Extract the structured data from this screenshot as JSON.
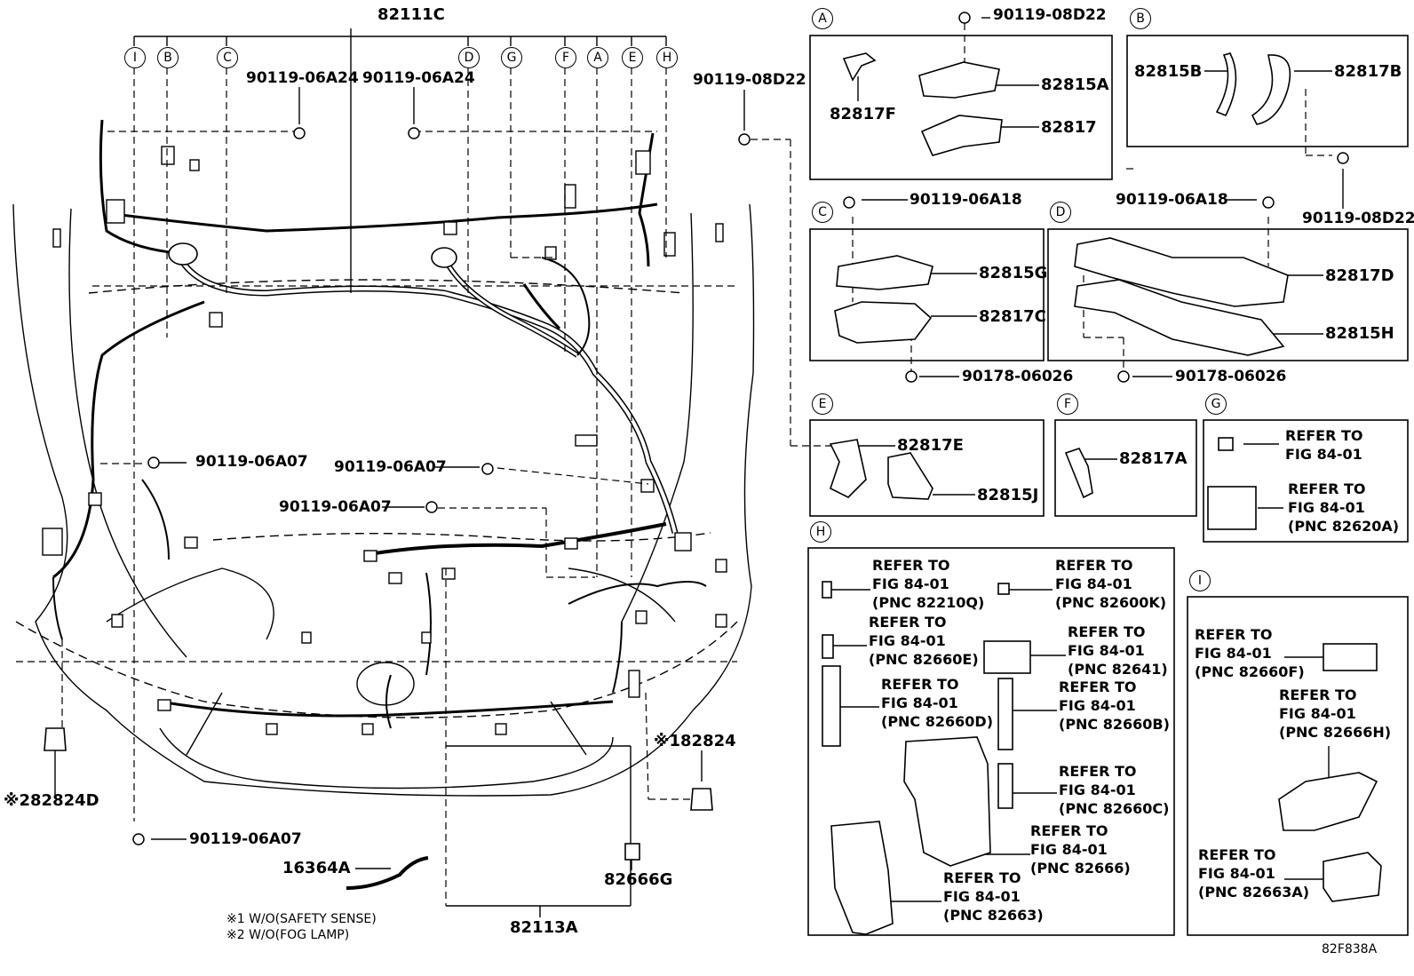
{
  "main_assembly": {
    "harness_part": "82111C",
    "lower_harness_part": "82113A",
    "callouts": [
      "I",
      "B",
      "C",
      "D",
      "G",
      "F",
      "A",
      "E",
      "H"
    ],
    "bolts": {
      "left_top": "90119-06A24",
      "mid_top": "90119-06A24",
      "right_top": "90119-08D22",
      "left_mid": "90119-06A07",
      "center_mid": "90119-06A07",
      "center_low": "90119-06A07",
      "bottom_left": "90119-06A07"
    },
    "parts": {
      "fog_sensor": "※282824D",
      "safety_sensor": "※182824",
      "cable": "16364A",
      "connector": "82666G"
    },
    "notes": [
      "※1 W/O(SAFETY SENSE)",
      "※2 W/O(FOG LAMP)"
    ],
    "figure_code": "82F838A"
  },
  "box_a": {
    "label": "A",
    "bolt": "90119-08D22",
    "parts": [
      "82817F",
      "82815A",
      "82817"
    ]
  },
  "box_b": {
    "label": "B",
    "bolt": "90119-08D22",
    "parts": [
      "82815B",
      "82817B"
    ]
  },
  "box_c": {
    "label": "C",
    "bolt": "90119-06A18",
    "nut": "90178-06026",
    "parts": [
      "82815G",
      "82817C"
    ]
  },
  "box_d": {
    "label": "D",
    "bolt": "90119-06A18",
    "nut": "90178-06026",
    "parts": [
      "82817D",
      "82815H"
    ]
  },
  "box_e": {
    "label": "E",
    "parts": [
      "82817E",
      "82815J"
    ]
  },
  "box_f": {
    "label": "F",
    "parts": [
      "82817A"
    ]
  },
  "box_g": {
    "label": "G",
    "refs": [
      "REFER TO\nFIG 84-01",
      "REFER TO\nFIG 84-01\n(PNC 82620A)"
    ]
  },
  "box_h": {
    "label": "H",
    "refs": [
      "REFER TO\nFIG 84-01\n(PNC 82210Q)",
      "REFER TO\nFIG 84-01\n(PNC 82600K)",
      "REFER TO\nFIG 84-01\n(PNC 82660E)",
      "REFER TO\nFIG 84-01\n(PNC 82641)",
      "REFER TO\nFIG 84-01\n(PNC 82660D)",
      "REFER TO\nFIG 84-01\n(PNC 82660B)",
      "REFER TO\nFIG 84-01\n(PNC 82660C)",
      "REFER TO\nFIG 84-01\n(PNC 82666)",
      "REFER TO\nFIG 84-01\n(PNC 82663)"
    ]
  },
  "box_i": {
    "label": "I",
    "refs": [
      "REFER TO\nFIG 84-01\n(PNC 82660F)",
      "REFER TO\nFIG 84-01\n(PNC 82666H)",
      "REFER TO\nFIG 84-01\n(PNC 82663A)"
    ]
  }
}
